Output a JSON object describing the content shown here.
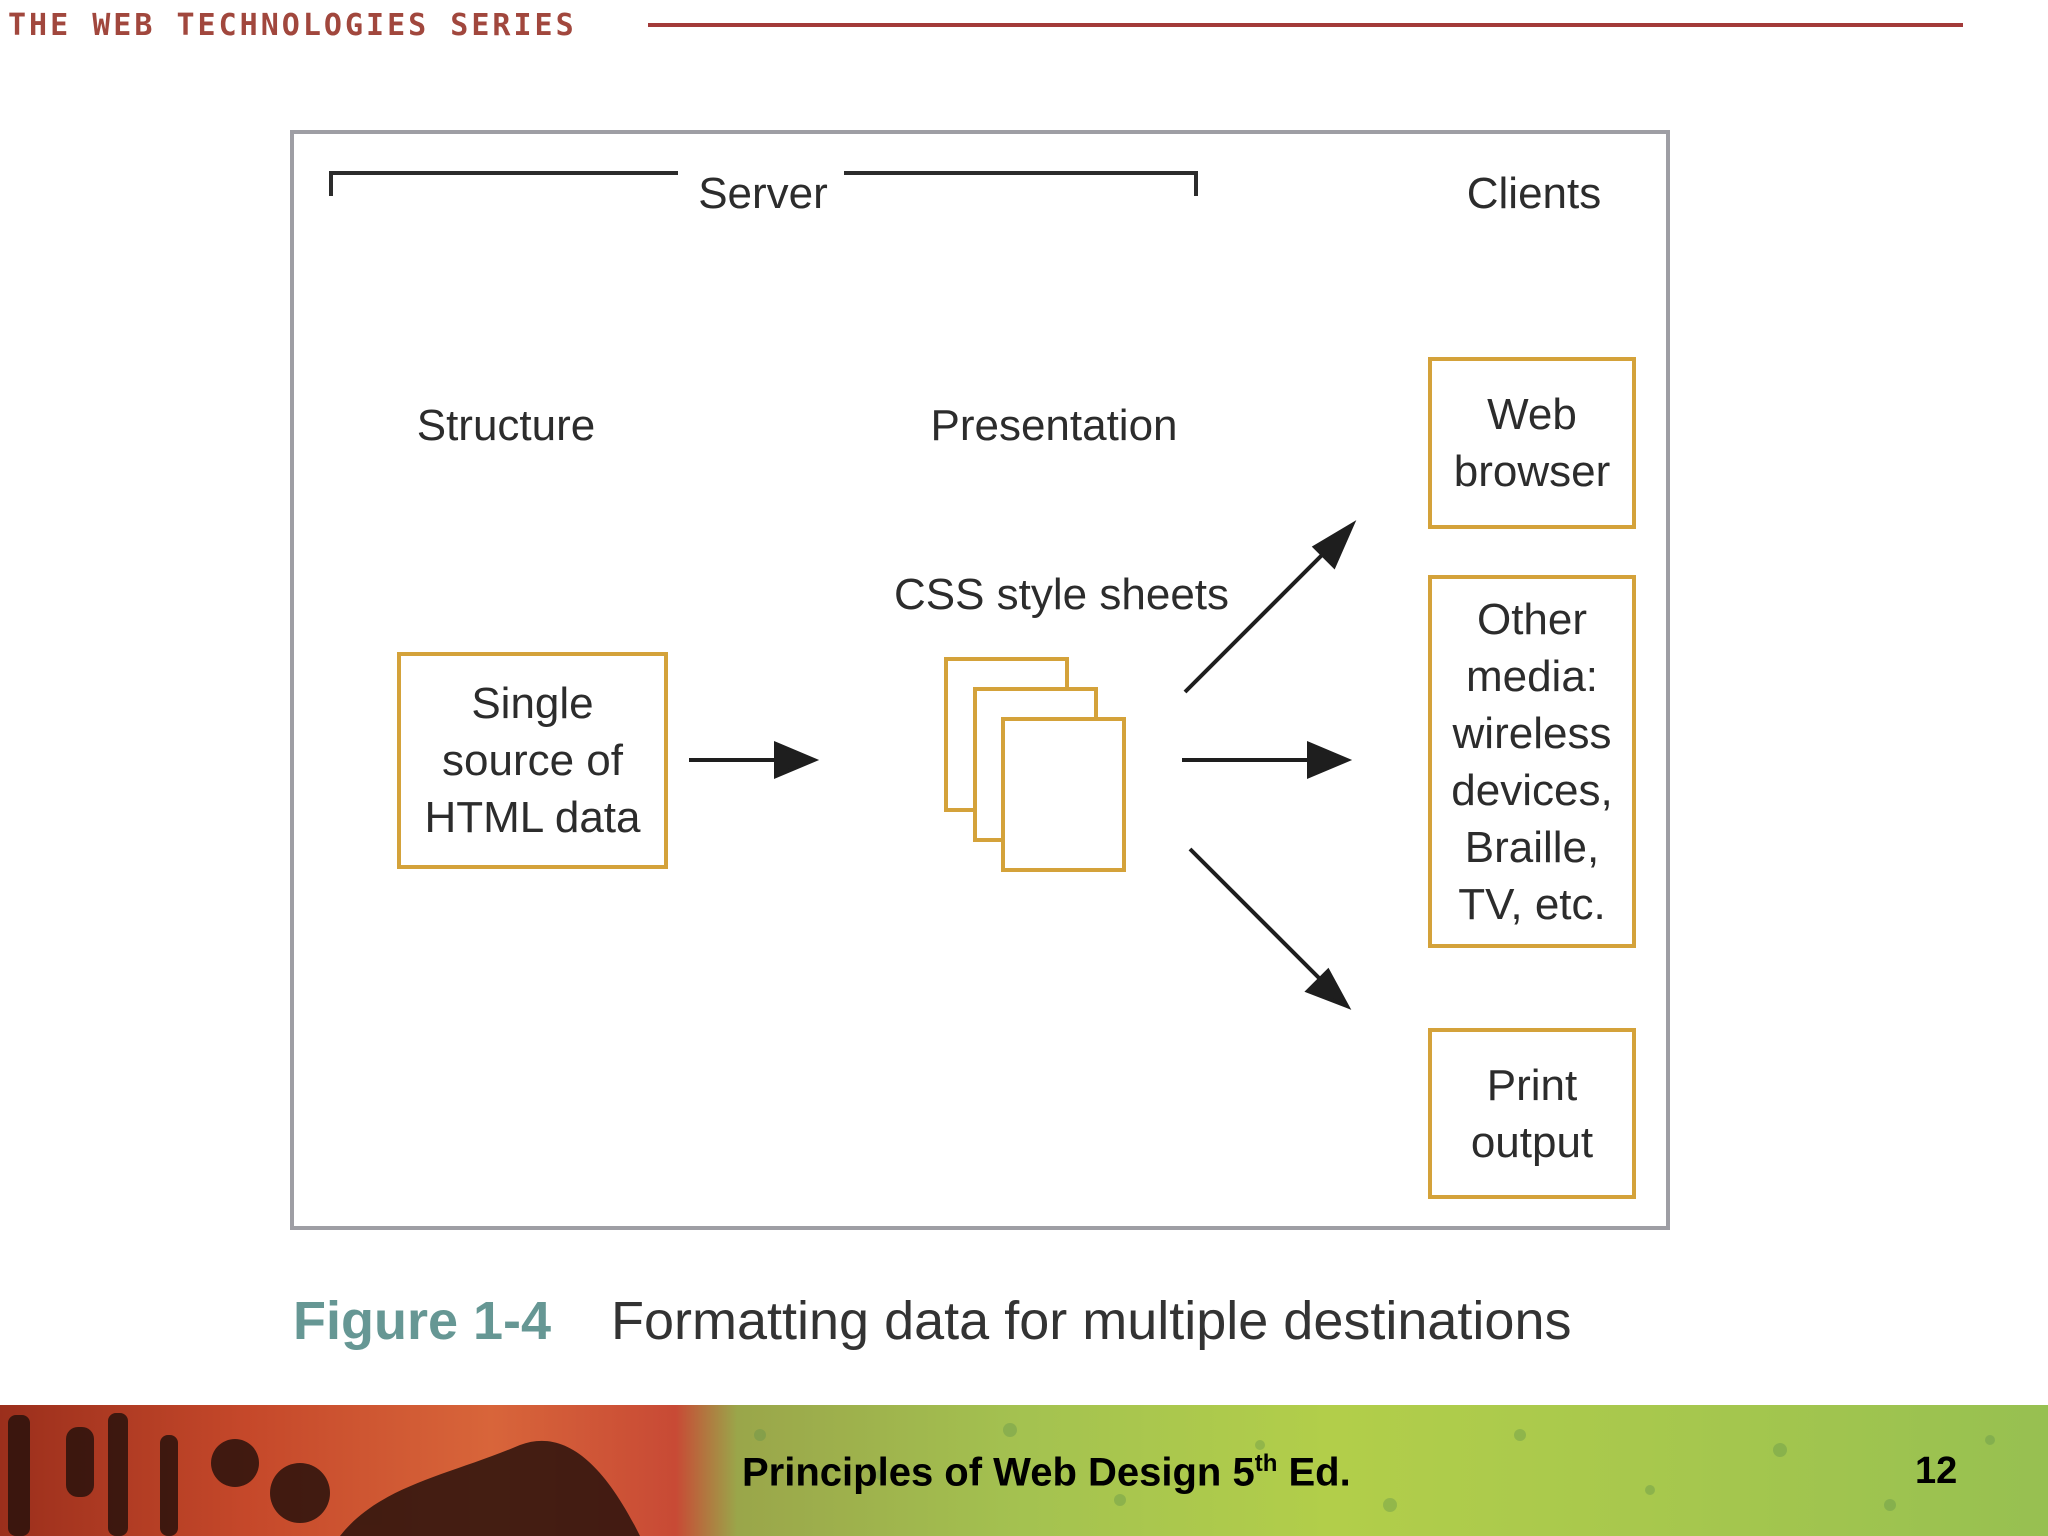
{
  "header": {
    "series_title": "THE WEB TECHNOLOGIES SERIES"
  },
  "diagram": {
    "server_label": "Server",
    "clients_label": "Clients",
    "structure_label": "Structure",
    "presentation_label": "Presentation",
    "css_label": "CSS style sheets",
    "source_box": [
      "Single",
      "source of",
      "HTML data"
    ],
    "client_boxes": {
      "web": [
        "Web",
        "browser"
      ],
      "other": [
        "Other",
        "media:",
        "wireless",
        "devices,",
        "Braille,",
        "TV, etc."
      ],
      "print": [
        "Print",
        "output"
      ]
    }
  },
  "caption": {
    "number": "Figure 1-4",
    "text": "Formatting data for multiple destinations"
  },
  "footer": {
    "title_main": "Principles of Web Design 5",
    "title_sup": "th",
    "title_end": " Ed.",
    "page": "12"
  },
  "colors": {
    "header_text": "#a1473d",
    "rule": "#a33a39",
    "box_border": "#d4a23a",
    "frame_border": "#9e9ea4",
    "caption_accent": "#669794"
  }
}
